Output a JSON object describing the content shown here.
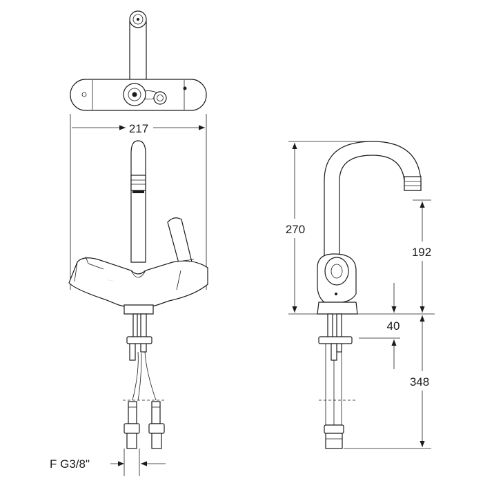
{
  "dimensions": {
    "width_total": "217",
    "height_total": "270",
    "spout_height": "192",
    "thread_offset": "40",
    "shank_length": "348",
    "connection": "F G3/8\""
  }
}
